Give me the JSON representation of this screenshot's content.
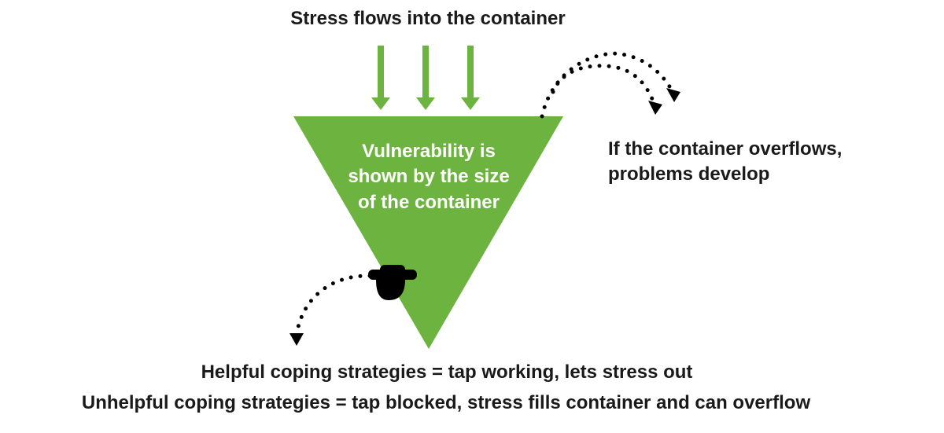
{
  "title": "Stress flows into the container",
  "container_text": "Vulnerability is shown by the size of the container",
  "overflow_text": "If the container overflows, problems develop",
  "helpful_text": "Helpful coping strategies  = tap working, lets stress out",
  "unhelpful_text": "Unhelpful coping strategies = tap blocked, stress fills container and can overflow",
  "colors": {
    "green": "#6db33f",
    "dark": "#000000"
  },
  "icons": {
    "tap": "tap-icon",
    "stress_arrows": "arrow-down-icon",
    "overflow_arrows": "dotted-curved-arrow-icon",
    "drain_arrow": "dotted-curved-arrow-icon"
  }
}
